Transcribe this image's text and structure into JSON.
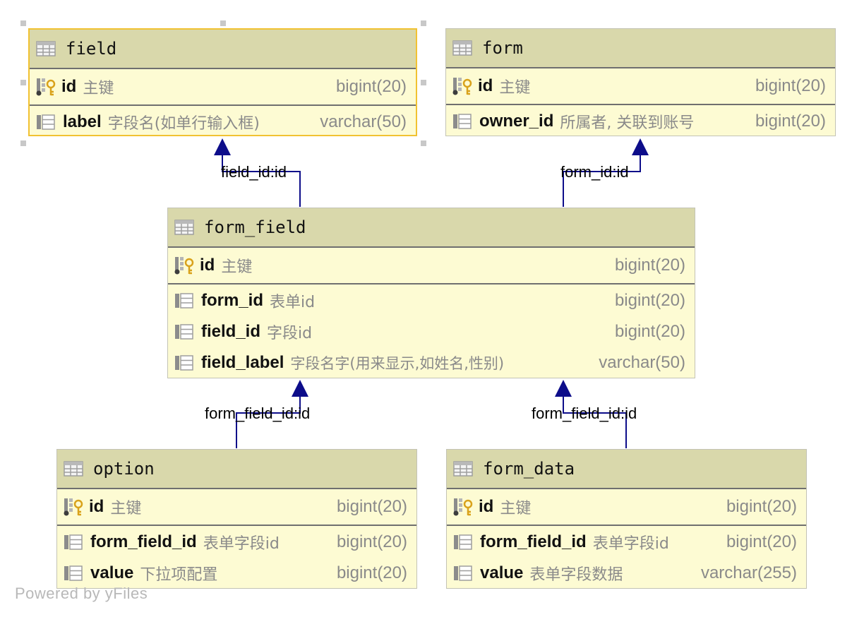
{
  "tables": {
    "field": {
      "name": "field",
      "pk": {
        "name": "id",
        "desc": "主键",
        "type": "bigint(20)"
      },
      "columns": [
        {
          "name": "label",
          "desc": "字段名(如单行输入框)",
          "type": "varchar(50)"
        }
      ]
    },
    "form": {
      "name": "form",
      "pk": {
        "name": "id",
        "desc": "主键",
        "type": "bigint(20)"
      },
      "columns": [
        {
          "name": "owner_id",
          "desc": "所属者, 关联到账号",
          "type": "bigint(20)"
        }
      ]
    },
    "form_field": {
      "name": "form_field",
      "pk": {
        "name": "id",
        "desc": "主键",
        "type": "bigint(20)"
      },
      "columns": [
        {
          "name": "form_id",
          "desc": "表单id",
          "type": "bigint(20)"
        },
        {
          "name": "field_id",
          "desc": "字段id",
          "type": "bigint(20)"
        },
        {
          "name": "field_label",
          "desc": "字段名字(用来显示,如姓名,性别)",
          "type": "varchar(50)"
        }
      ]
    },
    "option": {
      "name": "option",
      "pk": {
        "name": "id",
        "desc": "主键",
        "type": "bigint(20)"
      },
      "columns": [
        {
          "name": "form_field_id",
          "desc": "表单字段id",
          "type": "bigint(20)"
        },
        {
          "name": "value",
          "desc": "下拉项配置",
          "type": "bigint(20)"
        }
      ]
    },
    "form_data": {
      "name": "form_data",
      "pk": {
        "name": "id",
        "desc": "主键",
        "type": "bigint(20)"
      },
      "columns": [
        {
          "name": "form_field_id",
          "desc": "表单字段id",
          "type": "bigint(20)"
        },
        {
          "name": "value",
          "desc": "表单字段数据",
          "type": "varchar(255)"
        }
      ]
    }
  },
  "relations": [
    {
      "from": "form_field",
      "to": "field",
      "label": "field_id:id"
    },
    {
      "from": "form_field",
      "to": "form",
      "label": "form_id:id"
    },
    {
      "from": "option",
      "to": "form_field",
      "label": "form_field_id:id"
    },
    {
      "from": "form_data",
      "to": "form_field",
      "label": "form_field_id:id"
    }
  ],
  "watermark": "Powered by yFiles",
  "colors": {
    "header": "#d9d8ab",
    "body": "#fdfbd3",
    "selection": "#f1c232",
    "edge": "#0d0d8a",
    "key": "#d9a21b"
  },
  "icons": {
    "table": "table-icon",
    "primary_key": "key-icon",
    "column": "column-icon"
  }
}
